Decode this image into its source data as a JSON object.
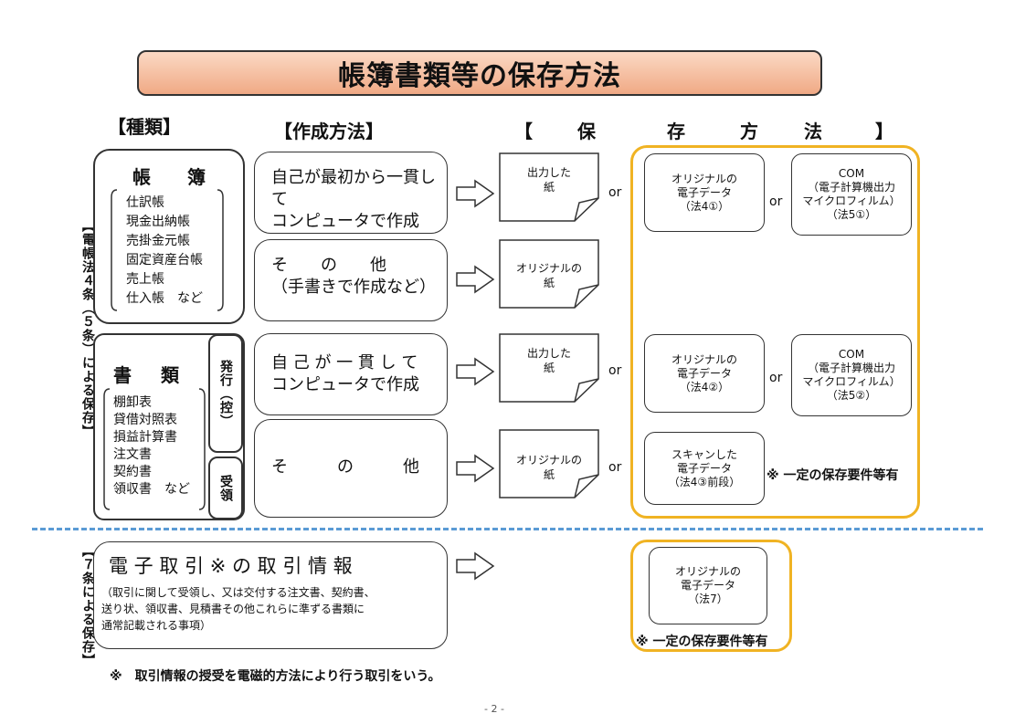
{
  "title": "帳簿書類等の保存方法",
  "headers": {
    "kind": "【種類】",
    "method": "【作成方法】",
    "storage": [
      "【",
      "保",
      "存",
      "方",
      "法",
      "】"
    ]
  },
  "side_labels": {
    "law4": "【電帳法４条（５条）による保存】",
    "law7": "【７条による保存】"
  },
  "ledgers": {
    "title": "帳　　簿",
    "items": [
      "仕訳帳",
      "現金出納帳",
      "売掛金元帳",
      "固定資産台帳",
      "売上帳",
      "仕入帳　など"
    ]
  },
  "documents": {
    "title": "書　類",
    "items": [
      "棚卸表",
      "貸借対照表",
      "損益計算書",
      "注文書",
      "契約書",
      "領収書　など"
    ],
    "issue_label": "発行（控）",
    "receive_label": "受領"
  },
  "methods": {
    "m1": "自己が最初から一貫して\nコンピュータで作成",
    "m2": "そ　　の　　他\n（手書きで作成など）",
    "m3": "自 己 が 一 貫 し て\nコンピュータで作成",
    "m4": "そ　　　の　　　他"
  },
  "papers": {
    "p1": "出力した\n紙",
    "p2": "オリジナルの\n紙",
    "p3": "出力した\n紙",
    "p4": "オリジナルの\n紙"
  },
  "or_label": "or",
  "storage": {
    "s1": "オリジナルの\n電子データ\n（法4①）",
    "s2": "COM\n（電子計算機出力\nマイクロフィルム）\n（法5①）",
    "s3": "オリジナルの\n電子データ\n（法4②）",
    "s4": "COM\n（電子計算機出力\nマイクロフィルム）\n（法5②）",
    "s5": "スキャンした\n電子データ\n（法4③前段）",
    "s6": "オリジナルの\n電子データ\n（法7）"
  },
  "requirement_note": "※ 一定の保存要件等有",
  "etrans": {
    "title": "電 子 取 引 ※ の 取 引 情 報",
    "desc": "（取引に関して受領し、又は交付する注文書、契約書、\n送り状、領収書、見積書その他これらに準ずる書類に\n通常記載される事項）"
  },
  "footnote": "※　取引情報の授受を電磁的方法により行う取引をいう。",
  "page_number": "- 2 -",
  "colors": {
    "title_bg": "#f0a985",
    "highlight": "#f0b323",
    "divider": "#5b9bd5"
  }
}
